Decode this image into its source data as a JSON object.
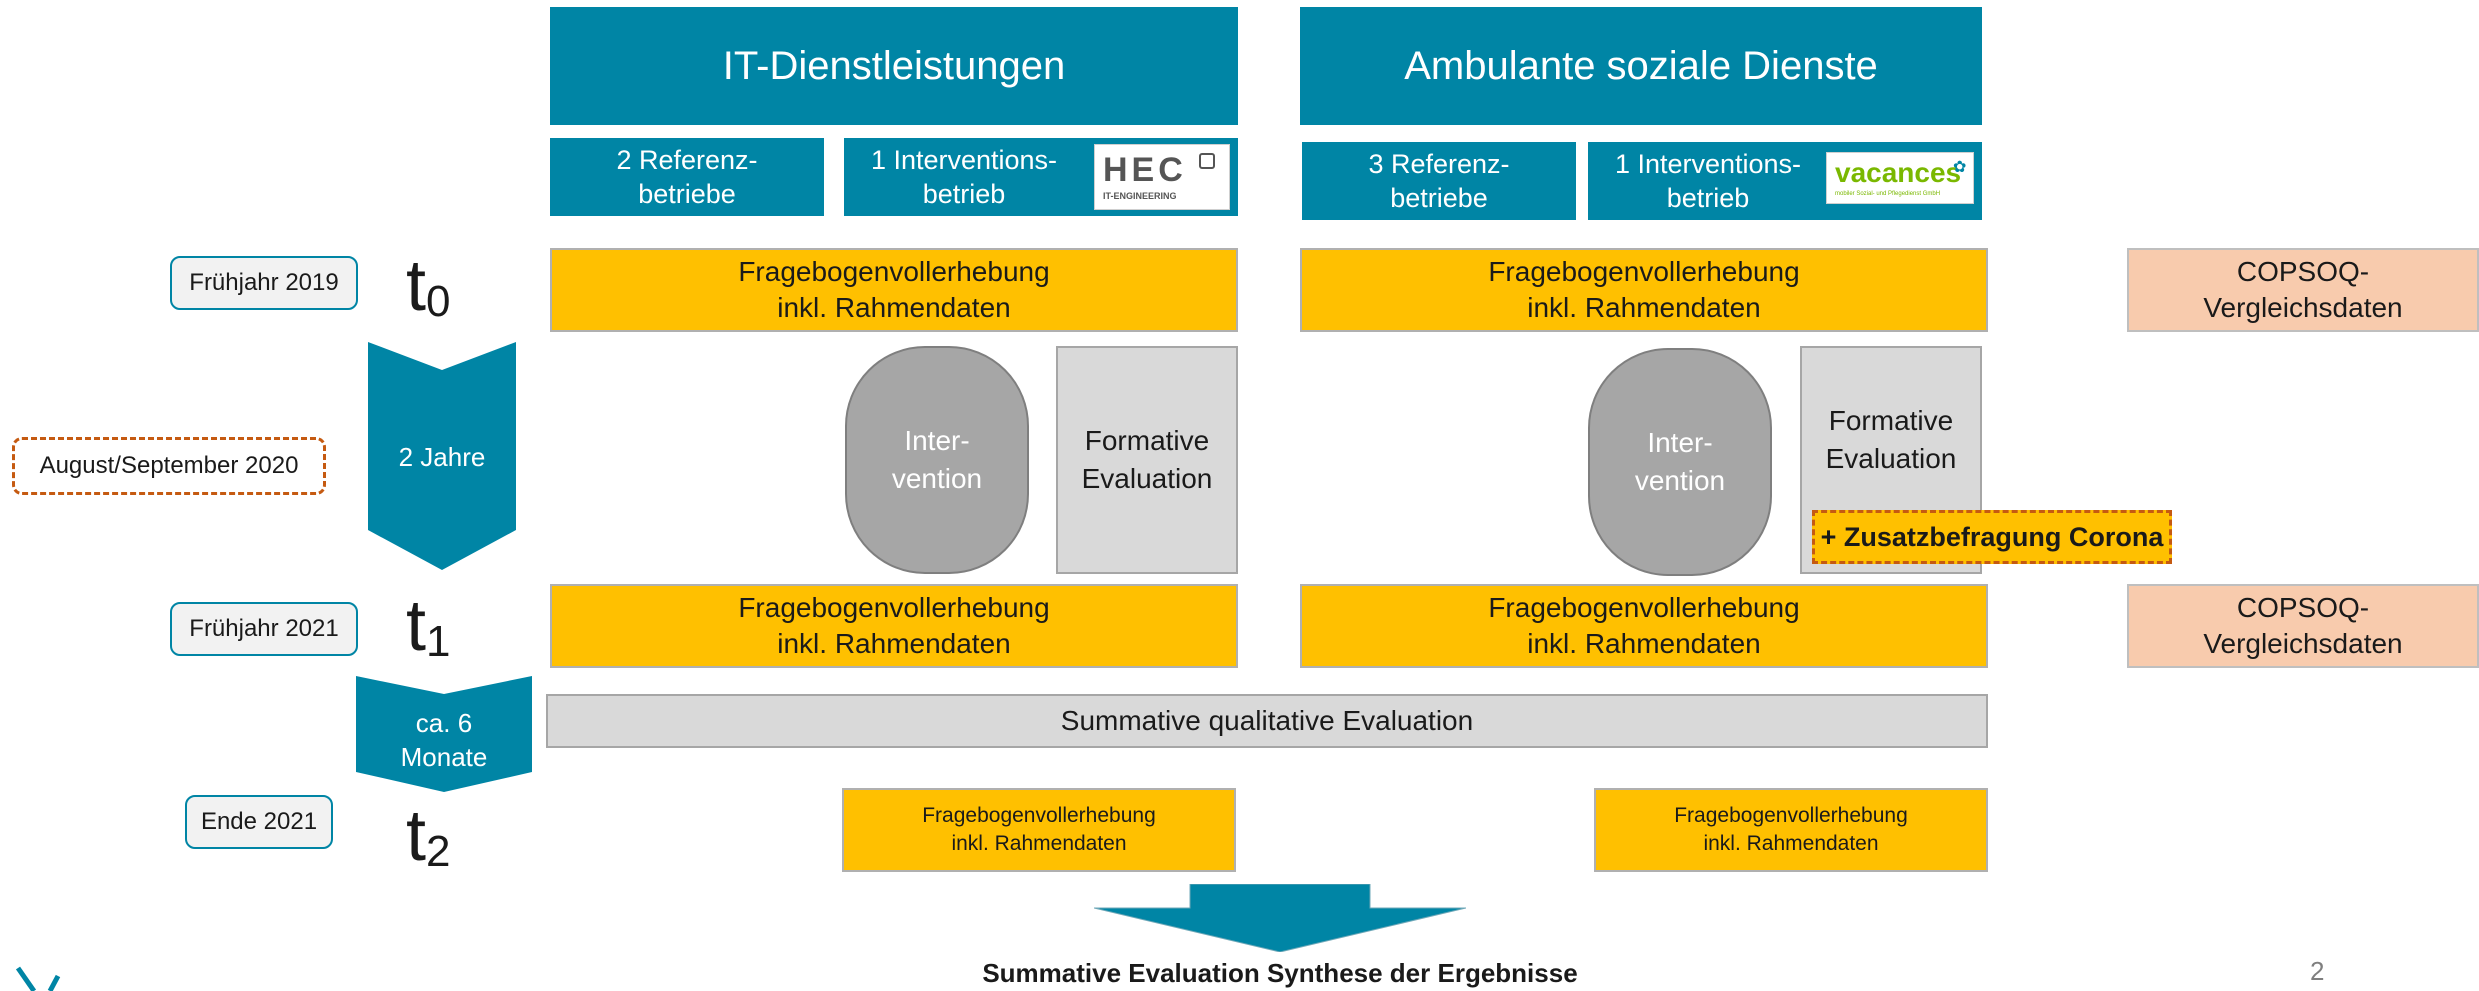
{
  "colors": {
    "teal": "#0085a5",
    "gold": "#ffc000",
    "grey_box": "#d9d9d9",
    "oval": "#a6a6a6",
    "peach": "#f8cbad",
    "dashed_border": "#c55a11"
  },
  "headers": {
    "it": "IT-Dienstleistungen",
    "asd": "Ambulante soziale Dienste"
  },
  "subboxes": {
    "it_ref": "2 Referenz-\nbetriebe",
    "it_int": "1 Interventions-\nbetrieb",
    "asd_ref": "3 Referenz-\nbetriebe",
    "asd_int": "1 Interventions-\nbetrieb"
  },
  "logos": {
    "hec_main": "HEC",
    "hec_sub": "IT-ENGINEERING",
    "vacances_main": "vacances",
    "vacances_sub": "mobiler Sozial- und Pflegedienst GmbH"
  },
  "timeline": {
    "t0_pill": "Frühjahr 2019",
    "t0_letter": "t",
    "t0_index": "0",
    "aug_pill": "August/September 2020",
    "arrow1": "2 Jahre",
    "t1_pill": "Frühjahr 2021",
    "t1_letter": "t",
    "t1_index": "1",
    "arrow2": "ca. 6\nMonate",
    "t2_pill": "Ende 2021",
    "t2_letter": "t",
    "t2_index": "2"
  },
  "survey": {
    "text": "Fragebogenvollerhebung\ninkl. Rahmendaten"
  },
  "copsoq": {
    "text": "COPSOQ-\nVergleichsdaten"
  },
  "intervention": {
    "oval": "Inter-\nvention",
    "formative": "Formative\nEvaluation"
  },
  "corona": "+ Zusatzbefragung Corona",
  "summative_bar": "Summative qualitative Evaluation",
  "bottom_caption": "Summative Evaluation Synthese der Ergebnisse",
  "page_number": "2"
}
